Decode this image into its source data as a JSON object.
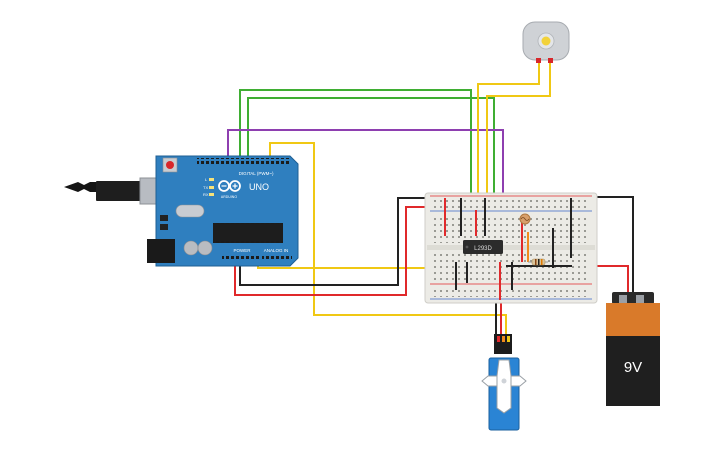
{
  "arduino": {
    "brand": "ARDUINO",
    "model": "UNO",
    "header_digital": "DIGITAL (PWM~)",
    "header_power": "POWER",
    "header_analog": "ANALOG IN",
    "label_l": "L",
    "label_tx": "TX",
    "label_rx": "RX"
  },
  "chip": {
    "label": "L293D"
  },
  "battery": {
    "label": "9V"
  },
  "colors": {
    "red": "#e0292b",
    "black": "#222222",
    "green": "#3fae33",
    "purple": "#8e3fb0",
    "yellow": "#f0c814",
    "orange": "#f08a1c",
    "board_blue": "#2f7fbf",
    "breadboard": "#ecebe6"
  }
}
